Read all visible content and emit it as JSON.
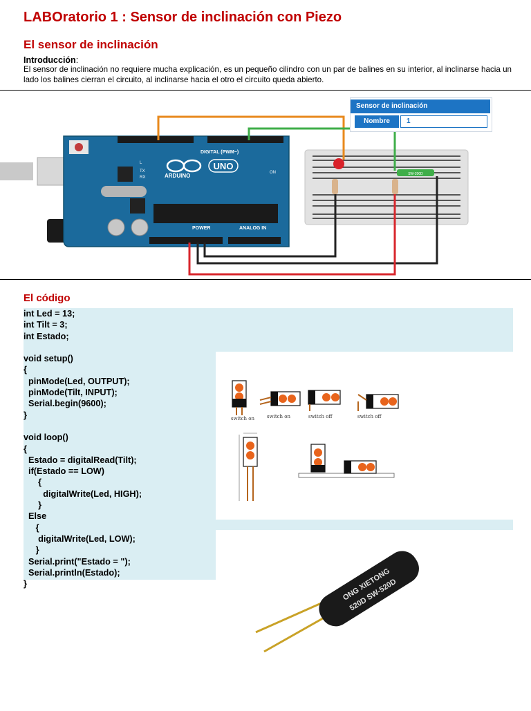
{
  "header": {
    "title": "LABOratorio 1 : Sensor de inclinación con Piezo",
    "section_title": "El sensor de inclinación",
    "intro_label": "Introducción",
    "intro_colon": ":",
    "intro_text": "El sensor de inclinación no requiere mucha explicación, es un pequeño cilindro con un par de balines en su interior, al inclinarse hacia un lado los balines cierran el circuito, al inclinarse hacia el otro el circuito queda abierto."
  },
  "circuit": {
    "panel_title": "Sensor de inclinación",
    "name_label": "Nombre",
    "name_value": "1",
    "board_text": {
      "uno": "UNO",
      "arduino": "ARDUINO",
      "digital": "DIGITAL (PWM~)",
      "power": "POWER",
      "analog": "ANALOG IN",
      "on": "ON",
      "tx": "TX",
      "rx": "RX",
      "l": "L",
      "sensor_part": "SW-200D"
    },
    "colors": {
      "board": "#1b6a9c",
      "wire_orange": "#e8891c",
      "wire_green": "#3fae49",
      "wire_black": "#222222",
      "wire_red": "#d8262c",
      "led": "#d9222a"
    }
  },
  "code": {
    "title": "El código",
    "text": "int Led = 13;\nint Tilt = 3;\nint Estado;\n\nvoid setup()\n{\n  pinMode(Led, OUTPUT);\n  pinMode(Tilt, INPUT);\n  Serial.begin(9600);\n}\n\nvoid loop()\n{\n  Estado = digitalRead(Tilt);\n  if(Estado == LOW)\n      {\n        digitalWrite(Led, HIGH);\n      }\n  Else\n     {\n      digitalWrite(Led, LOW);\n     }\n  Serial.print(\"Estado = \");\n  Serial.println(Estado);\n}"
  },
  "diagram": {
    "captions": [
      "switch on",
      "switch on",
      "switch off",
      "switch off"
    ]
  },
  "photo": {
    "text_line1": "ONG XIETONG",
    "text_line2": "520D SW-520D"
  }
}
